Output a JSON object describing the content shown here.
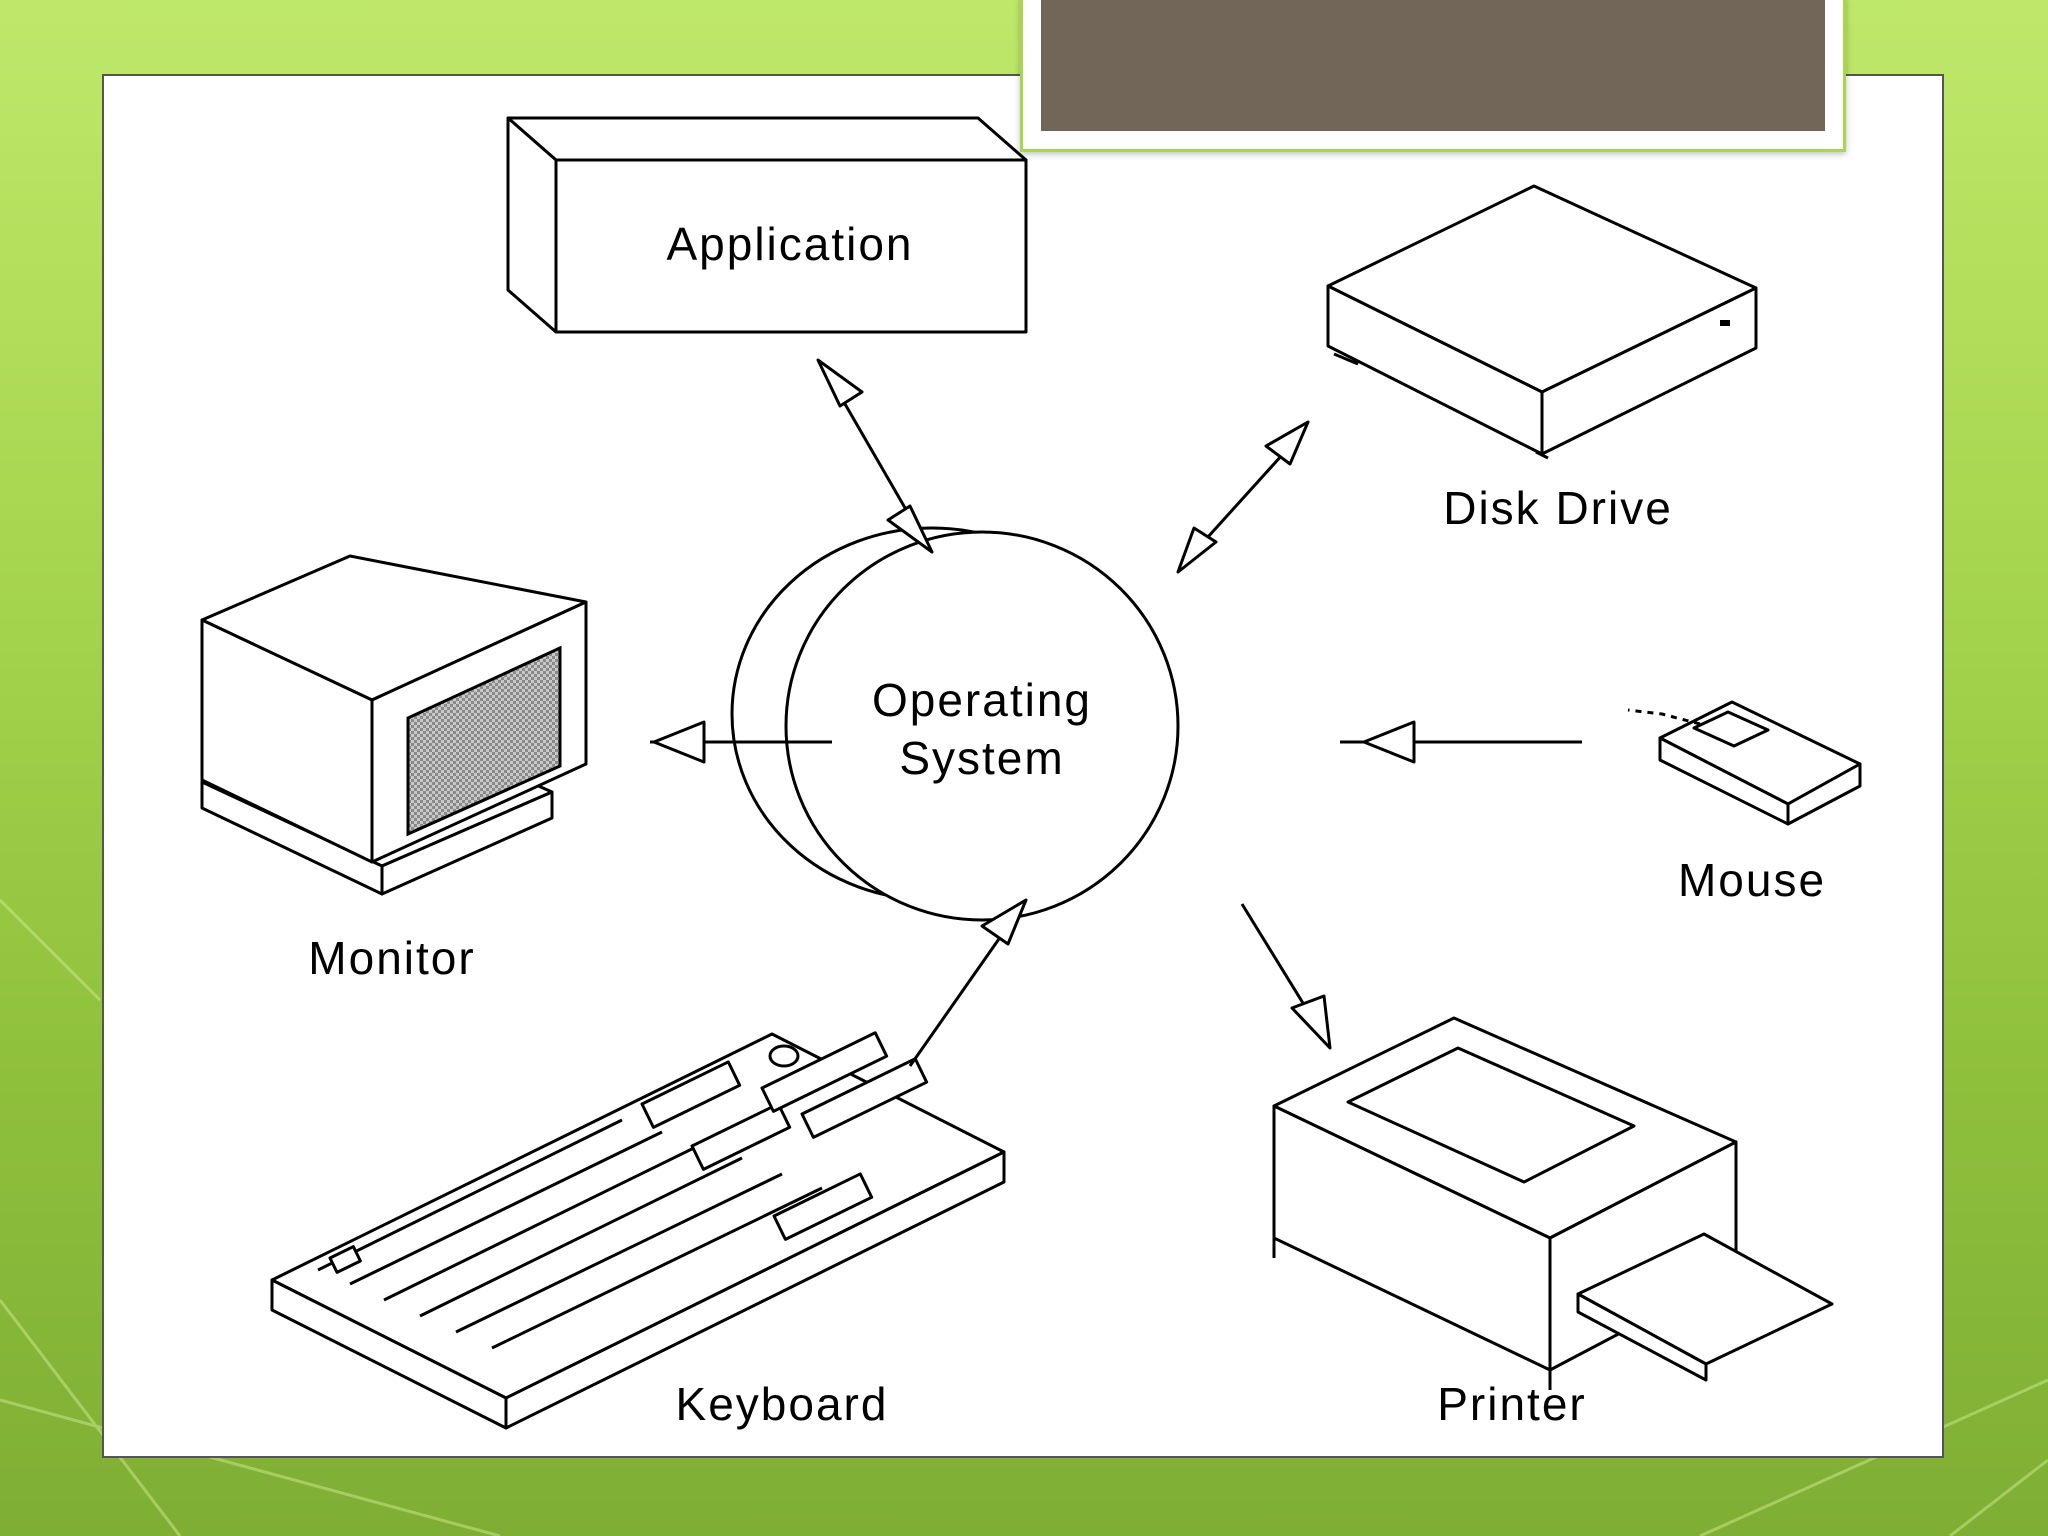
{
  "nodes": {
    "os_line1": "Operating",
    "os_line2": "System",
    "application": "Application",
    "disk_drive": "Disk Drive",
    "monitor": "Monitor",
    "mouse": "Mouse",
    "keyboard": "Keyboard",
    "printer": "Printer"
  },
  "colors": {
    "background": "#a8d650",
    "panel": "#ffffff",
    "title_box": "#716657",
    "line": "#000000"
  }
}
